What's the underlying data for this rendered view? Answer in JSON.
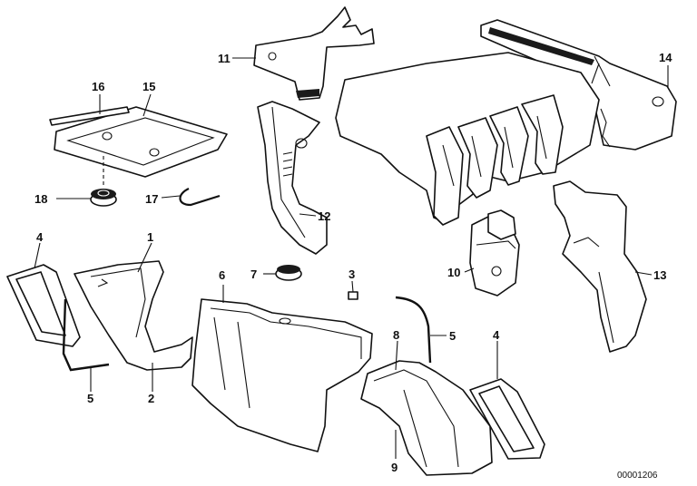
{
  "diagram": {
    "callouts": {
      "p1": "1",
      "p2": "2",
      "p3": "3",
      "p4a": "4",
      "p4b": "4",
      "p5a": "5",
      "p5b": "5",
      "p6": "6",
      "p7": "7",
      "p8": "8",
      "p9": "9",
      "p10": "10",
      "p11": "11",
      "p12": "12",
      "p13": "13",
      "p14": "14",
      "p15": "15",
      "p16": "16",
      "p17": "17",
      "p18": "18"
    },
    "drawing_code": "00001206"
  }
}
